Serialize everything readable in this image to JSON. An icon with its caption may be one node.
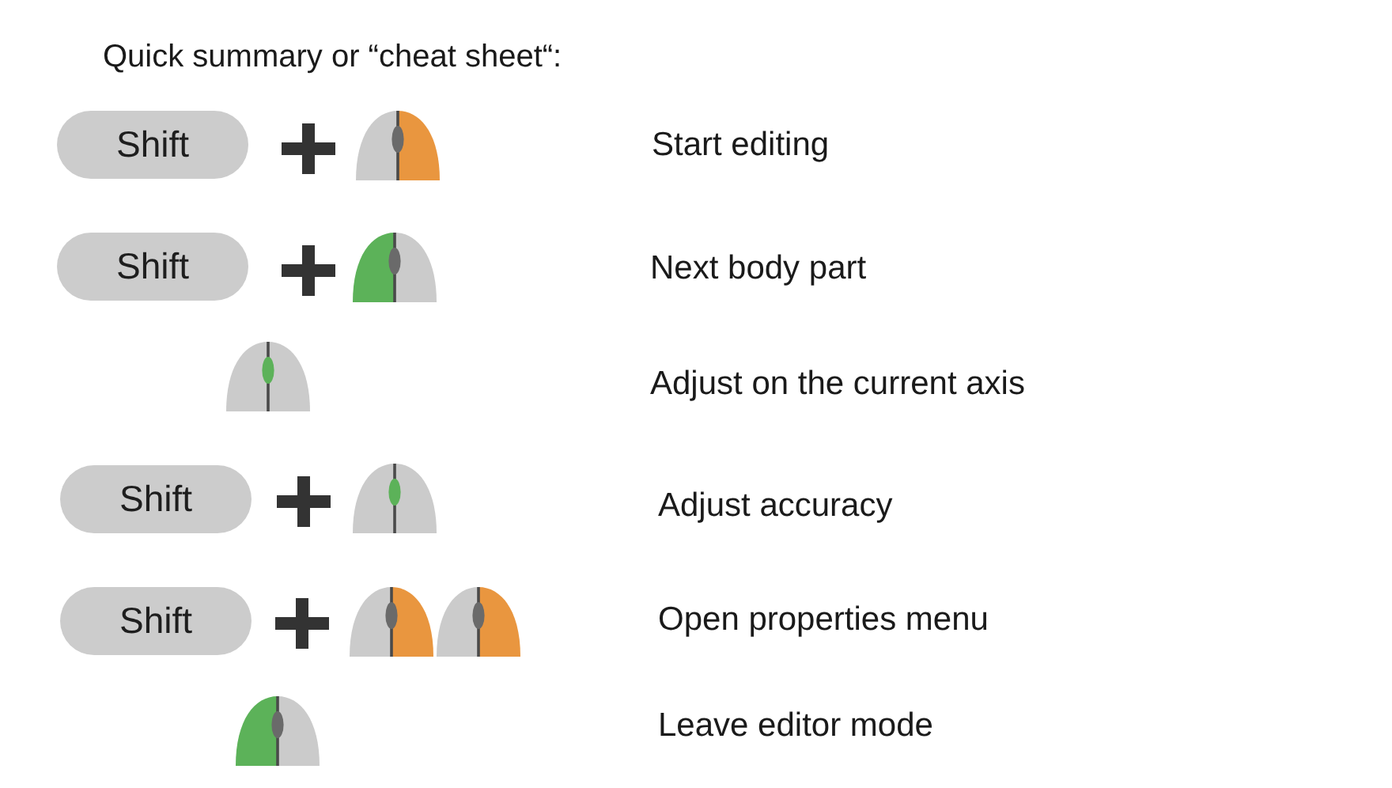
{
  "diagram": {
    "title": "Quick summary or “cheat sheet“:",
    "nodes": [
      {
        "text": [
          "Shift"
        ]
      },
      {
        "text": [
          "Shift"
        ]
      },
      {
        "text": [
          "Shift"
        ]
      },
      {
        "text": [
          "Shift"
        ]
      }
    ],
    "labels": [
      "Start editing",
      "Next body part",
      "Adjust on the current axis",
      "Adjust accuracy",
      "Open properties menu",
      "Leave editor mode"
    ]
  }
}
